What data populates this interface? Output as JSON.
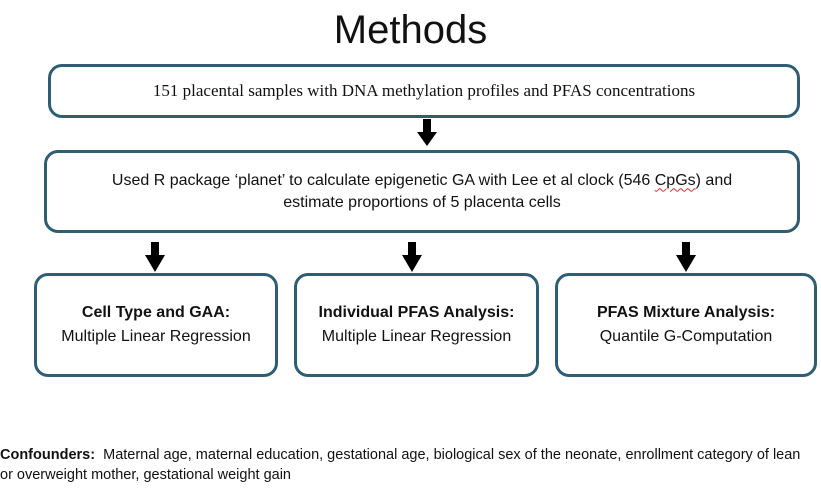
{
  "title": "Methods",
  "samples_box": {
    "text": "151 placental samples with DNA methylation profiles and PFAS concentrations"
  },
  "planet_box": {
    "line1_before": "Used R package ‘planet’ to calculate epigenetic GA with Lee et al clock (546 ",
    "line1_flagged": "CpGs",
    "line1_after": ")  and",
    "line2": "estimate proportions of 5 placenta cells"
  },
  "analyses": [
    {
      "title": "Cell Type and GAA:",
      "method": "Multiple Linear Regression"
    },
    {
      "title": "Individual PFAS Analysis:",
      "method": "Multiple Linear Regression"
    },
    {
      "title": "PFAS Mixture Analysis:",
      "method": "Quantile G-Computation"
    }
  ],
  "confounders": {
    "label": "Confounders:",
    "text": "Maternal age, maternal education,  gestational age, biological sex of the neonate, enrollment category of lean or overweight mother, gestational weight gain"
  },
  "colors": {
    "box_border": "#2e5d74",
    "arrow": "#000000",
    "spellcheck_underline": "#d03030"
  }
}
